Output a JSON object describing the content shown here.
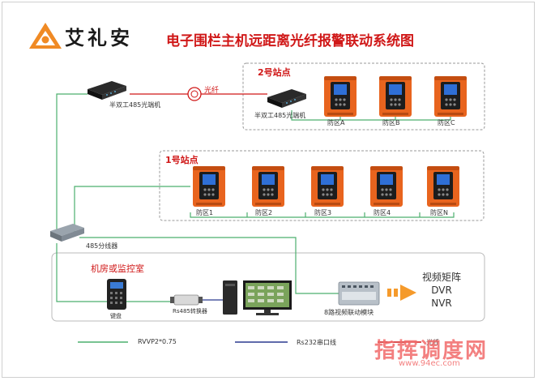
{
  "brand": "艾礼安",
  "title": "电子围栏主机远距离光纤报警联动系统图",
  "station2": {
    "label": "2号站点",
    "zones": [
      "防区A",
      "防区B",
      "防区C"
    ]
  },
  "station1": {
    "label": "1号站点",
    "zones": [
      "防区1",
      "防区2",
      "防区3",
      "防区4",
      "防区N"
    ]
  },
  "fiber_label": "光纤",
  "transceiver_left": "半双工485光端机",
  "transceiver_right": "半双工485光端机",
  "splitter": "485分线器",
  "room": "机房或监控室",
  "keyboard": "键盘",
  "converter": "Rs485转换器",
  "video_module": "8路视频联动模块",
  "output": {
    "line1": "视频矩阵",
    "line2": "DVR",
    "line3": "NVR"
  },
  "legend": {
    "green": "RVVP2*0.75",
    "blue": "Rs232串口线",
    "red": "光纤"
  },
  "watermark": {
    "main": "指挥调度网",
    "url": "www.94ec.com"
  },
  "colors": {
    "title_red": "#d01818",
    "green_line": "#4caf6e",
    "blue_line": "#2b3a8f",
    "red_line": "#d01818",
    "device_orange": "#e8641e"
  }
}
